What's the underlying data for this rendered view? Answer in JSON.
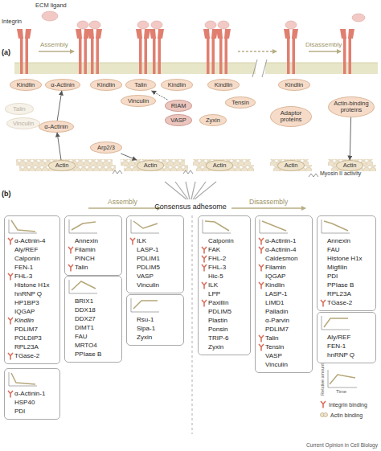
{
  "diagram": {
    "nodes": [
      {
        "text": [
          "Kindlin"
        ]
      },
      {
        "text": [
          "Talin"
        ]
      },
      {
        "text": [
          "Vinculin"
        ]
      },
      {
        "text": [
          "α-Actinin"
        ]
      },
      {
        "text": [
          "Kindlin"
        ]
      },
      {
        "text": [
          "α-Actinin"
        ]
      },
      {
        "text": [
          "Talin"
        ]
      },
      {
        "text": [
          "Kindlin"
        ]
      },
      {
        "text": [
          "Vinculin"
        ]
      },
      {
        "text": [
          "RIAM"
        ]
      },
      {
        "text": [
          "VASP"
        ]
      },
      {
        "text": [
          "Arp2/3"
        ]
      },
      {
        "text": [
          "Actin"
        ]
      },
      {
        "text": [
          "Actin"
        ]
      },
      {
        "text": [
          "Kindlin"
        ]
      },
      {
        "text": [
          "Tensin"
        ]
      },
      {
        "text": [
          "Zyxin"
        ]
      },
      {
        "text": [
          "Actin"
        ]
      },
      {
        "text": [
          "Kindlin"
        ]
      },
      {
        "text": [
          "Adaptor proteins"
        ]
      },
      {
        "text": [
          "Actin"
        ]
      },
      {
        "text": [
          "Actin-binding proteins"
        ]
      },
      {
        "text": [
          "Actin"
        ]
      },
      {
        "text": [
          "α-Actinin-4",
          "Aly/REF",
          "Calponin",
          "FEN-1",
          "FHL-3",
          "Histone H1x",
          "hnRNP Q",
          "HP1BP3",
          "IQGAP",
          "Kindlin",
          "PDLIM7",
          "POLDIP3",
          "RPL23A",
          "TGase-2"
        ]
      },
      {
        "text": [
          "α-Actinin-1",
          "HSP40",
          "PDI"
        ]
      },
      {
        "text": [
          "Annexin",
          "Filamin",
          "PINCH",
          "Talin"
        ]
      },
      {
        "text": [
          "BRIX1",
          "DDX18",
          "DDX27",
          "DIMT1",
          "FAU",
          "MRTO4",
          "PPIase B"
        ]
      },
      {
        "text": [
          "ILK",
          "LASP-1",
          "PDLIM1",
          "PDLIM5",
          "VASP",
          "Vinculin"
        ]
      },
      {
        "text": [
          "Rsu-1",
          "Sipa-1",
          "Zyxin"
        ]
      },
      {
        "text": [
          "Calponin",
          "FAK",
          "FHL-2",
          "FHL-3",
          "Hic-5",
          "ILK",
          "LPP",
          "Paxillin",
          "PDLIM5",
          "Plastin",
          "Ponsin",
          "TRIP-6",
          "Zyxin"
        ]
      },
      {
        "text": [
          "α-Actinin-1",
          "α-Actinin-4",
          "Caldesmon",
          "Filamin",
          "IQGAP",
          "Kindlin",
          "LASP-1",
          "LIMD1",
          "Palladin",
          "α-Parvin",
          "PDLIM7",
          "Talin",
          "Tensin",
          "VASP",
          "Vinculin"
        ]
      },
      {
        "text": [
          "Annexin",
          "FAU",
          "Histone H1x",
          "Migfilin",
          "PDI",
          "PPIase B",
          "RPL23A",
          "TGase-2"
        ]
      },
      {
        "text": [
          "Aly/REF",
          "FEN-1",
          "hnRNP Q"
        ]
      }
    ],
    "edges": [
      {
        "from": 12,
        "to": 5,
        "arrow": "to"
      },
      {
        "from": 5,
        "to": 3,
        "arrow": "to"
      },
      {
        "from": 9,
        "to": 6,
        "arrow": "to"
      },
      {
        "from": 11,
        "to": 13,
        "arrow": "to"
      },
      {
        "from": 21,
        "to": 22,
        "arrow": "to"
      }
    ],
    "labels": [
      "(a)",
      "Integrin",
      "ECM ligand",
      "Assembly",
      "Disassembly",
      "Myosin II activity",
      "(b)",
      "Assembly",
      "Consensus adhesome",
      "Disassembly",
      "Relative amount",
      "Time",
      "Current Opinion in Cell Biology"
    ],
    "legend": [
      {
        "text": "Integrin binding"
      },
      {
        "text": "Actin binding"
      }
    ]
  }
}
